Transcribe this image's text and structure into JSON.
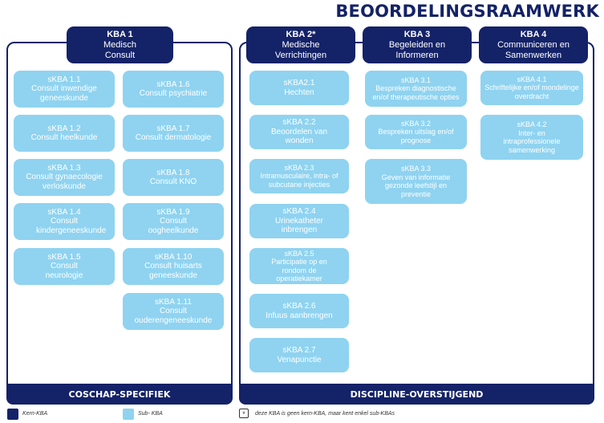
{
  "title": "BEOORDELINGSRAAMWERK",
  "colors": {
    "kern": "#142268",
    "sub": "#8fd3f0"
  },
  "headers": {
    "kba1": {
      "l1": "KBA 1",
      "l2": "Medisch Consult"
    },
    "kba2": {
      "l1": "KBA 2*",
      "l2": "Medische Verrichtingen"
    },
    "kba3": {
      "l1": "KBA 3",
      "l2": "Begeleiden en Informeren"
    },
    "kba4": {
      "l1": "KBA 4",
      "l2": "Communiceren en Samenwerken"
    }
  },
  "kba1": [
    {
      "code": "sKBA 1.1",
      "name": "Consult inwendige geneeskunde"
    },
    {
      "code": "sKBA 1.6",
      "name": "Consult psychiatrie"
    },
    {
      "code": "sKBA 1.2",
      "name": "Consult heelkunde"
    },
    {
      "code": "sKBA 1.7",
      "name": "Consult dermatologie"
    },
    {
      "code": "sKBA 1.3",
      "name": "Consult gynaecologie verloskunde"
    },
    {
      "code": "sKBA 1.8",
      "name": "Consult KNO"
    },
    {
      "code": "sKBA 1.4",
      "name": "Consult kindergeneeskunde"
    },
    {
      "code": "sKBA 1.9",
      "name": "Consult oogheelkunde"
    },
    {
      "code": "sKBA 1.5",
      "name": "Consult neurologie"
    },
    {
      "code": "sKBA 1.10",
      "name": "Consult huisarts geneeskunde"
    },
    {
      "code": "sKBA 1.11",
      "name": "Consult ouderengeneeskunde"
    }
  ],
  "kba2": [
    {
      "code": "sKBA2.1",
      "name": "Hechten"
    },
    {
      "code": "sKBA 2.2",
      "name": "Beoordelen van wonden"
    },
    {
      "code": "sKBA 2.3",
      "name": "Intramusculaire, intra- of subcutane injecties"
    },
    {
      "code": "sKBA 2.4",
      "name": "Urinekatheter inbrengen"
    },
    {
      "code": "sKBA 2.5",
      "name": "Participatie op en rondom de operatiekamer"
    },
    {
      "code": "sKBA 2.6",
      "name": "Infuus aanbrengen"
    },
    {
      "code": "sKBA 2.7",
      "name": "Venapunctie"
    }
  ],
  "kba3": [
    {
      "code": "sKBA 3.1",
      "name": "Bespreken diagnostische en/of therapeutische opties"
    },
    {
      "code": "sKBA 3.2",
      "name": "Bespreken uitslag en/of prognose"
    },
    {
      "code": "sKBA 3.3",
      "name": "Geven van informatie gezonde leefstijl en preventie"
    }
  ],
  "kba4": [
    {
      "code": "sKBA 4.1",
      "name": "Schriftelijke en/of mondelinge overdracht"
    },
    {
      "code": "sKBA 4.2",
      "name": "Inter- en intraprofessionele samenwerking"
    }
  ],
  "footers": {
    "left": "COSCHAP-SPECIFIEK",
    "right": "DISCIPLINE-OVERSTIJGEND"
  },
  "legend": {
    "kern": "Kern-KBA",
    "sub": "Sub- KBA",
    "star_symbol": "*",
    "note": "deze KBA is geen kern-KBA, maar kent enkel sub-KBAs"
  }
}
